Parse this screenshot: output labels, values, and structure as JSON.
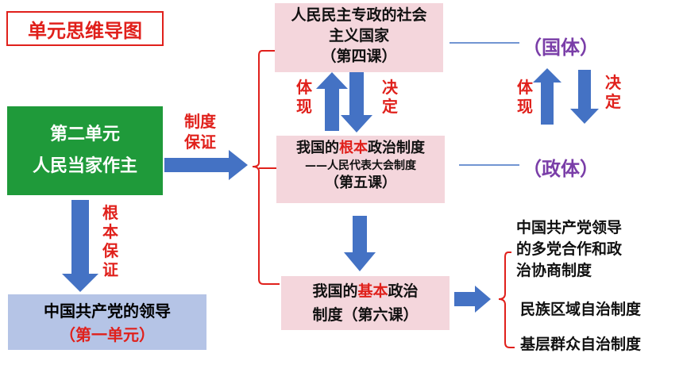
{
  "title": "单元思维导图",
  "unit": {
    "line1": "第二单元",
    "line2": "人民当家作主"
  },
  "leader_box": {
    "line1": "中国共产党的领导",
    "line2": "（第一单元）"
  },
  "label_gen_ben_bao_zheng": [
    "根",
    "本",
    "保",
    "证"
  ],
  "label_zhi_du_bao_zheng": {
    "line1": "制度",
    "line2": "保证"
  },
  "box_dictatorship": {
    "line1": "人民民主专政的社会",
    "line2": "主义国家",
    "line3": "（第四课）"
  },
  "box_root": {
    "pre": "我国的",
    "highlight": "根本",
    "post": "政治制度",
    "sub": "——人民代表大会制度",
    "lesson": "（第五课）"
  },
  "box_basic": {
    "pre": "我国的",
    "highlight": "基本",
    "post": "政治",
    "line2": "制度（第六课）"
  },
  "tixian": [
    "体",
    "现"
  ],
  "jueding": [
    "决",
    "定"
  ],
  "guoti": "（国体）",
  "zhengti": "（政体）",
  "right_items": {
    "item1_line1": "中国共产党领导",
    "item1_line2": "的多党合作和政",
    "item1_line3": "治协商制度",
    "item2": "民族区域自治制度",
    "item3": "基层群众自治制度"
  },
  "colors": {
    "red": "#e0201b",
    "green": "#1f9a3a",
    "blue_arrow": "#4472c4",
    "pink": "#f4d6dc",
    "purple": "#7a3ea8",
    "light_blue": "#b5c4e6"
  }
}
